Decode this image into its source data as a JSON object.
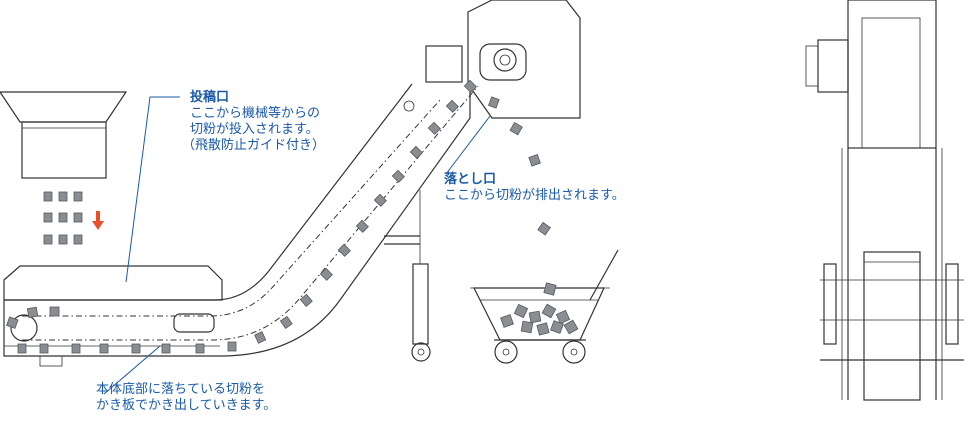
{
  "labels": {
    "inlet": {
      "title": "投稿口",
      "line1": "ここから機械等からの",
      "line2": "切粉が投入されます。",
      "line3": "（飛散防止ガイド付き）"
    },
    "outlet": {
      "title": "落とし口",
      "line1": "ここから切粉が排出されます。"
    },
    "bottom": {
      "line1": "本体底部に落ちている切粉を",
      "line2": "かき板でかき出していきます。"
    }
  },
  "colors": {
    "label_text": "#1a5aa8",
    "chip_fill": "#8a8e92",
    "arrow": "#e8502a",
    "outline": "#333333"
  }
}
